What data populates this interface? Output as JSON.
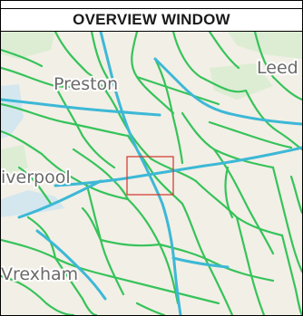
{
  "header": {
    "title": "OVERVIEW WINDOW"
  },
  "map": {
    "cities": {
      "preston": "Preston",
      "leeds": "Leed",
      "liverpool": "iverpool",
      "wrexham": "Vrexham"
    },
    "colors": {
      "land": "#f2efe6",
      "park": "#d9ecd1",
      "water": "#cfe4ee",
      "motorway": "#3db8d6",
      "road": "#36c35a",
      "viewport": "#d2342a",
      "label": "#6a6a6a"
    }
  }
}
